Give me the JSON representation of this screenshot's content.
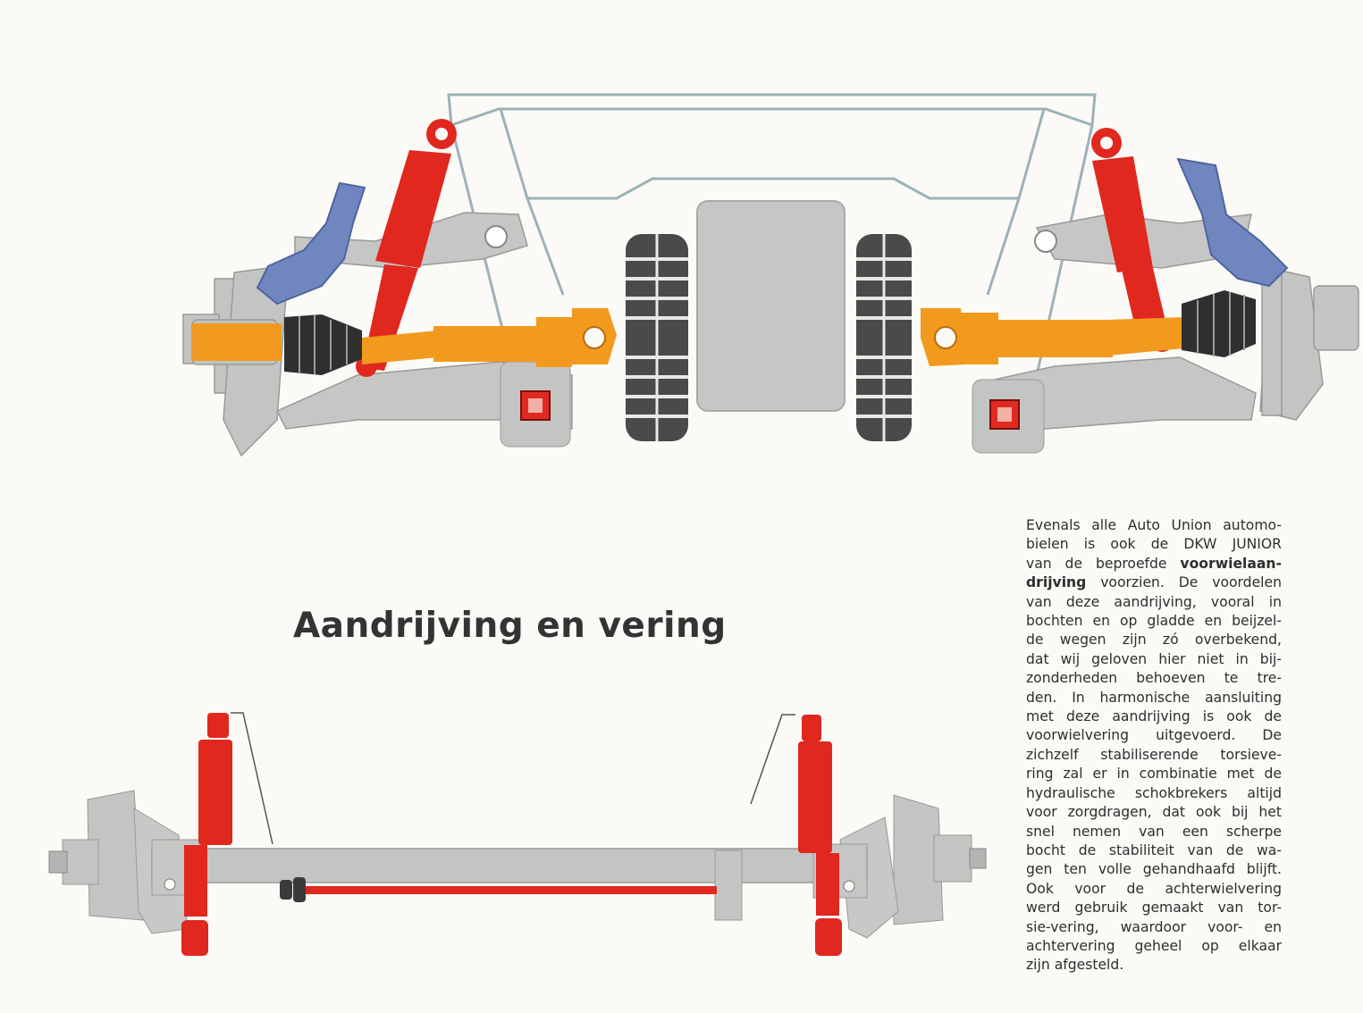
{
  "page": {
    "title": "Aandrijving en vering",
    "body_lines": [
      {
        "pre": "Evenals alle Auto Union automo-"
      },
      {
        "pre": "bielen is ook de DKW JUNIOR"
      },
      {
        "pre": "van de beproefde ",
        "bold": "voorwielaan-"
      },
      {
        "bold": "drijving",
        "post": " voorzien. De voordelen"
      },
      {
        "pre": "van deze aandrijving, vooral in"
      },
      {
        "pre": "bochten en op gladde en beijzel-"
      },
      {
        "pre": "de wegen zijn zó overbekend,"
      },
      {
        "pre": "dat wij geloven hier niet in bij-"
      },
      {
        "pre": "zonderheden behoeven te tre-"
      },
      {
        "pre": "den. In harmonische aansluiting"
      },
      {
        "pre": "met deze aandrijving is ook de"
      },
      {
        "pre": "voorwielvering uitgevoerd. De"
      },
      {
        "pre": "zichzelf stabiliserende torsieve-"
      },
      {
        "pre": "ring zal er in combinatie met de"
      },
      {
        "pre": "hydraulische schokbrekers altijd"
      },
      {
        "pre": "voor zorgdragen, dat ook bij het"
      },
      {
        "pre": "snel nemen van een scherpe"
      },
      {
        "pre": "bocht de stabiliteit van de wa-"
      },
      {
        "pre": "gen ten volle gehandhaafd blijft."
      },
      {
        "pre": "Ook voor de achterwielvering"
      },
      {
        "pre": "werd gebruik gemaakt van tor-"
      },
      {
        "pre": "sie-vering, waardoor voor- en"
      },
      {
        "pre": "achtervering geheel op elkaar"
      },
      {
        "pre": "zijn afgesteld.",
        "last": true
      }
    ]
  },
  "illustrations": {
    "front": "front-suspension-drivetrain",
    "rear": "rear-axle-suspension"
  },
  "colors": {
    "shock_absorber": "#e0281f",
    "drive_shaft": "#f29a1e",
    "spring_arm": "#6f86bf",
    "metal_grey": "#c4c6c4",
    "frame_outline": "#98aeb4",
    "boot_dark": "#3a3a3a",
    "paper": "#fbfaf6"
  }
}
